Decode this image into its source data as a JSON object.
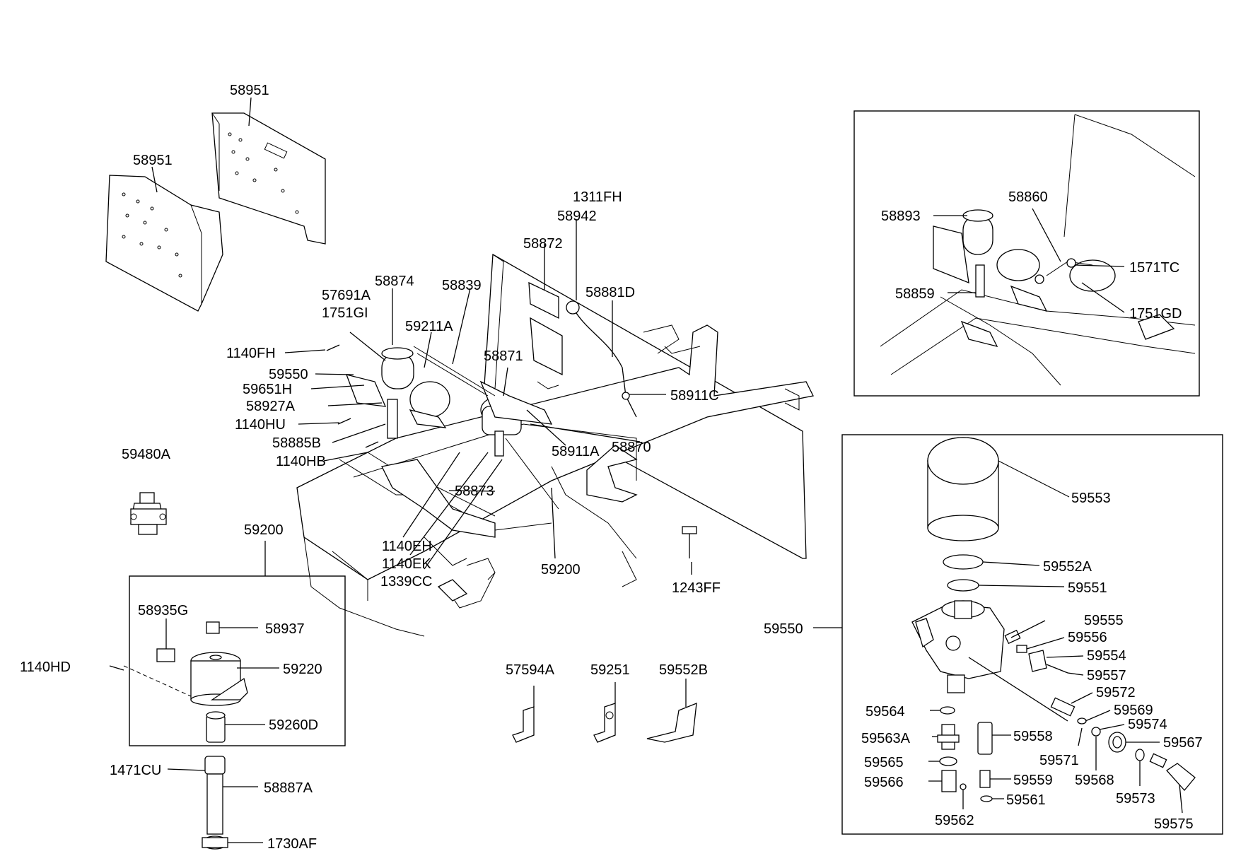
{
  "labels": {
    "l58951a": "58951",
    "l58951b": "58951",
    "l1311FH": "1311FH",
    "l58942": "58942",
    "l58872": "58872",
    "l58881D": "58881D",
    "l58874": "58874",
    "l58839": "58839",
    "l57691A": "57691A",
    "l1751GI": "1751GI",
    "l59211A": "59211A",
    "l1140FH": "1140FH",
    "l58871": "58871",
    "l59550a": "59550",
    "l59651H": "59651H",
    "l58927A": "58927A",
    "l1140HU": "1140HU",
    "l58885B": "58885B",
    "l1140HB": "1140HB",
    "l58911C": "58911C",
    "l58911A": "58911A",
    "l58870": "58870",
    "l58873": "58873",
    "l59480A": "59480A",
    "l59200a": "59200",
    "l1140EH": "1140EH",
    "l1140EK": "1140EK",
    "l1339CC": "1339CC",
    "l59200b": "59200",
    "l1243FF": "1243FF",
    "l58935G": "58935G",
    "l58937": "58937",
    "l1140HD": "1140HD",
    "l59220": "59220",
    "l59260D": "59260D",
    "l1471CU": "1471CU",
    "l58887A": "58887A",
    "l1730AF": "1730AF",
    "l57594A": "57594A",
    "l59251": "59251",
    "l59552B": "59552B",
    "l58893": "58893",
    "l58860": "58860",
    "l1571TC": "1571TC",
    "l58859": "58859",
    "l1751GD": "1751GD",
    "l59553": "59553",
    "l59552A": "59552A",
    "l59551": "59551",
    "l59550b": "59550",
    "l59555": "59555",
    "l59556": "59556",
    "l59554": "59554",
    "l59557": "59557",
    "l59572": "59572",
    "l59564": "59564",
    "l59569": "59569",
    "l59574": "59574",
    "l59563A": "59563A",
    "l59558": "59558",
    "l59567": "59567",
    "l59571": "59571",
    "l59565": "59565",
    "l59568": "59568",
    "l59566": "59566",
    "l59559": "59559",
    "l59573": "59573",
    "l59561": "59561",
    "l59562": "59562",
    "l59575": "59575"
  }
}
